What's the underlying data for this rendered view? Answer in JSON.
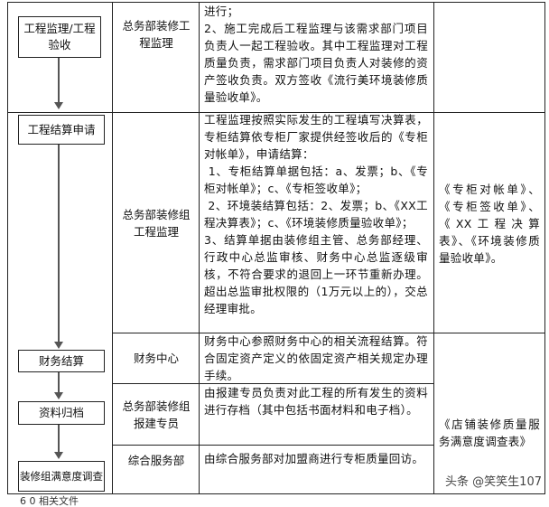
{
  "flow": {
    "step1": "工程监理/工程验收",
    "step2": "工程结算申请",
    "step3": "财务结算",
    "step4": "资料归档",
    "step5": "装修组满意度调查"
  },
  "rows": [
    {
      "dept": "总务部装修工程监理",
      "content": "进行；\n2、施工完成后工程监理与该需求部门项目负责人一起工程验收。其中工程监理对工程质量负责，需求部门项目负责人对装修的资产签收负责。双方签收《流行美环境装修质量验收单》。",
      "docs": ""
    },
    {
      "dept": "总务部装修组工程监理",
      "content": "工程监理按照实际发生的工程填写决算表，专柜结算依专柜厂家提供经签收后的《专柜对帐单》，申请结算：\n 1、专柜结算单据包括：a、发票；b、《专柜对帐单》；c、《专柜签收单》；\n 2、环境装结算包括：2、发票；b、《XX工程决算表》；c、《环境装修质量验收单》；\n3、结算单据由装修组主管、总务部经理、行政中心总监审核、财务中心总监逐级审核，不符合要求的退回上一环节重新办理。超出总监审批权限的（1万元以上的），交总经理审批。",
      "docs": "《专柜对帐单》、《专柜签收单》、《XX工程决算表》、《环境装修质量验收单》。"
    },
    {
      "dept": "财务中心",
      "content": "财务中心参照财务中心的相关流程结算。符合固定资产定义的依固定资产相关规定办理手续。",
      "docs": ""
    },
    {
      "dept": "总务部装修组报建专员",
      "content": "由报建专员负责对此工程的所有发生的资料进行存档（其中包括书面材料和电子档）。",
      "docs": "《店铺装修质量服务满意度调查表》"
    },
    {
      "dept": "综合服务部",
      "content": "由综合服务部对加盟商进行专柜质量回访。",
      "docs": ""
    }
  ],
  "watermark": "头条 @笑笑生107",
  "bottom_fragment": "6 0 相关文件"
}
